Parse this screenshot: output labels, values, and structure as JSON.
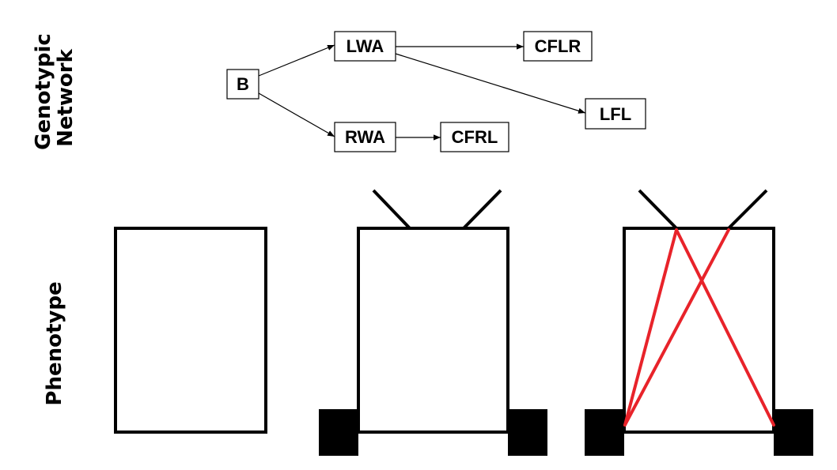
{
  "labels": {
    "genotypic_line1": "Genotypic",
    "genotypic_line2": "Network",
    "phenotype": "Phenotype"
  },
  "network": {
    "nodes": {
      "b": "B",
      "lwa": "LWA",
      "rwa": "RWA",
      "cflr": "CFLR",
      "lfl": "LFL",
      "cfrl": "CFRL"
    },
    "edges": [
      [
        "B",
        "LWA"
      ],
      [
        "B",
        "RWA"
      ],
      [
        "LWA",
        "CFLR"
      ],
      [
        "LWA",
        "LFL"
      ],
      [
        "RWA",
        "CFRL"
      ]
    ]
  },
  "colors": {
    "outline": "#000000",
    "connection": "#e8232a"
  },
  "phenotypes": [
    {
      "stage": 1,
      "components": [
        "body"
      ]
    },
    {
      "stage": 2,
      "components": [
        "body",
        "left-wheel",
        "right-wheel",
        "left-antenna",
        "right-antenna"
      ]
    },
    {
      "stage": 3,
      "components": [
        "body",
        "left-wheel",
        "right-wheel",
        "left-antenna",
        "right-antenna",
        "cross-connections"
      ]
    }
  ]
}
